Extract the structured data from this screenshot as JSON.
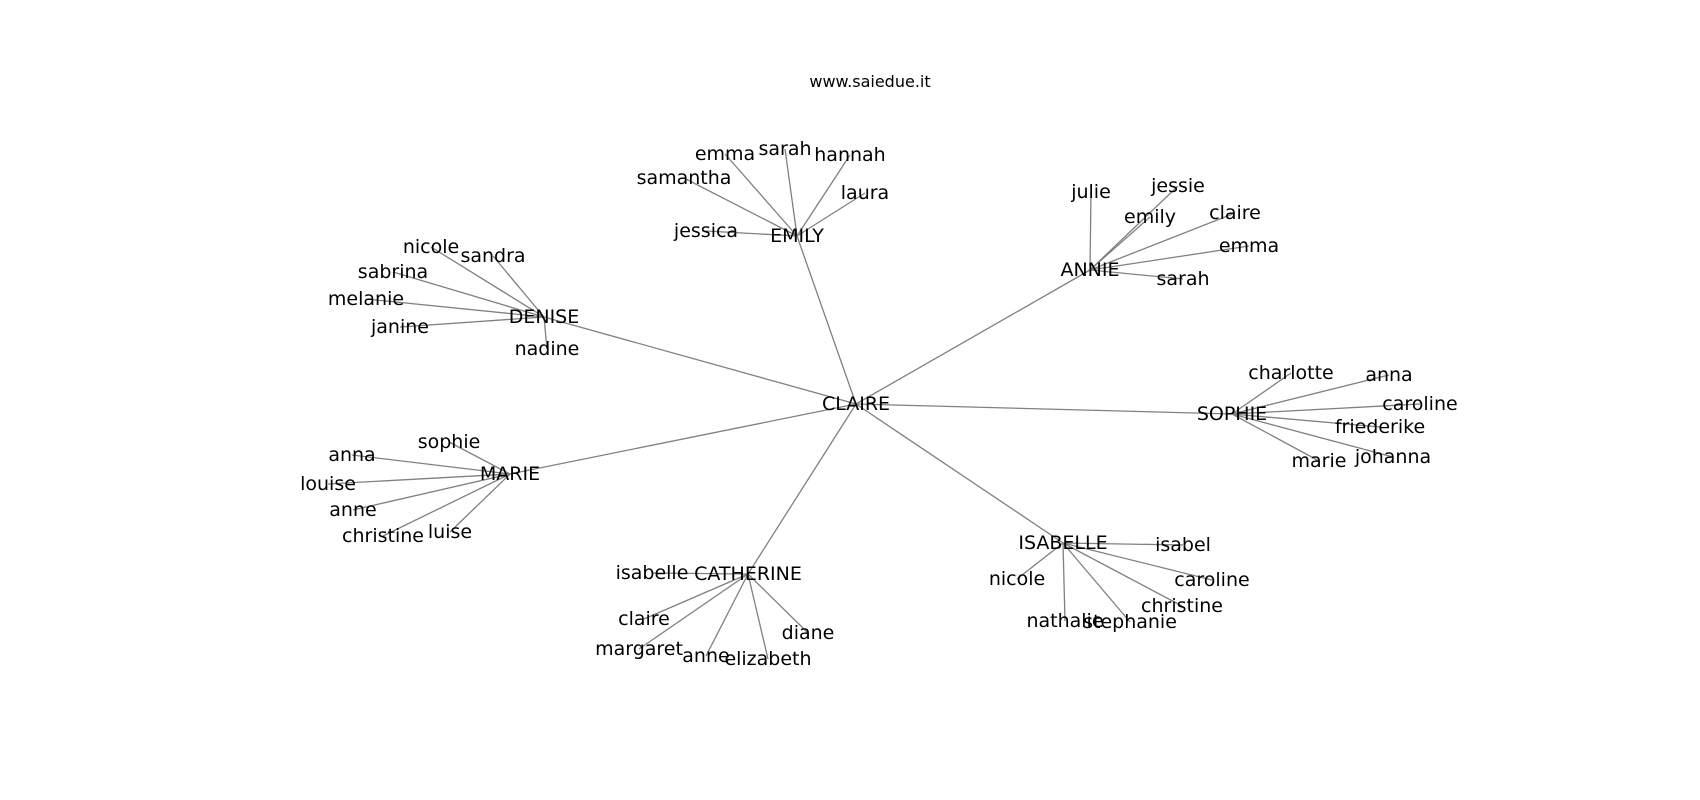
{
  "header": {
    "site": "www.saiedue.it"
  },
  "graph": {
    "root": "CLAIRE",
    "hubs": [
      {
        "name": "EMILY",
        "children": [
          "emma",
          "sarah",
          "hannah",
          "samantha",
          "laura",
          "jessica"
        ]
      },
      {
        "name": "ANNIE",
        "children": [
          "julie",
          "jessie",
          "emily",
          "claire",
          "emma",
          "sarah"
        ]
      },
      {
        "name": "DENISE",
        "children": [
          "nicole",
          "sandra",
          "sabrina",
          "melanie",
          "janine",
          "nadine"
        ]
      },
      {
        "name": "SOPHIE",
        "children": [
          "charlotte",
          "anna",
          "caroline",
          "friederike",
          "marie",
          "johanna"
        ]
      },
      {
        "name": "MARIE",
        "children": [
          "sophie",
          "anna",
          "louise",
          "anne",
          "christine",
          "luise"
        ]
      },
      {
        "name": "ISABELLE",
        "children": [
          "isabel",
          "nicole",
          "caroline",
          "christine",
          "nathalie",
          "stephanie"
        ]
      },
      {
        "name": "CATHERINE",
        "children": [
          "isabelle",
          "claire",
          "margaret",
          "anne",
          "elizabeth",
          "diane"
        ]
      }
    ]
  }
}
